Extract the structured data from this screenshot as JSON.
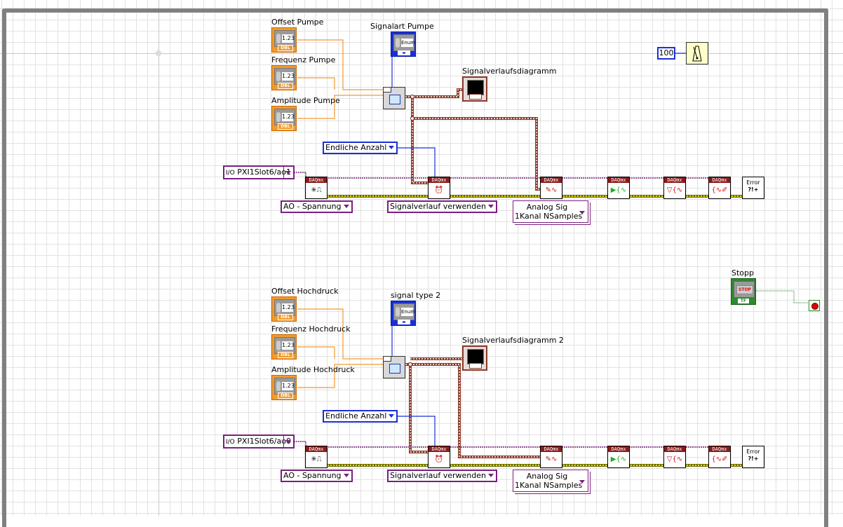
{
  "loop1": {
    "controls": {
      "offset": {
        "label": "Offset Pumpe",
        "value": "1.23",
        "type": "DBL"
      },
      "frequency": {
        "label": "Frequenz Pumpe",
        "value": "1.23",
        "type": "DBL"
      },
      "amplitude": {
        "label": "Amplitude Pumpe",
        "value": "1.23",
        "type": "DBL"
      },
      "signal_type": {
        "label": "Signalart Pumpe",
        "value": "Enum"
      }
    },
    "graph_label": "Signalverlaufsdiagramm",
    "sample_mode": "Endliche Anzahl",
    "channel": {
      "io_glyph": "I/O",
      "value": "PXI1Slot6/ao1"
    },
    "create_channel_mode": "AO - Spannung",
    "timing_mode": "Signalverlauf verwenden",
    "write_mode_line1": "Analog Sig",
    "write_mode_line2": "1Kanal NSamples"
  },
  "loop2": {
    "controls": {
      "offset": {
        "label": "Offset Hochdruck",
        "value": "1.23",
        "type": "DBL"
      },
      "frequency": {
        "label": "Frequenz Hochdruck",
        "value": "1.23",
        "type": "DBL"
      },
      "amplitude": {
        "label": "Amplitude Hochdruck",
        "value": "1.23",
        "type": "DBL"
      },
      "signal_type": {
        "label": "signal type 2",
        "value": "Enum"
      }
    },
    "graph_label": "Signalverlaufsdiagramm 2",
    "sample_mode": "Endliche Anzahl",
    "channel": {
      "io_glyph": "I/O",
      "value": "PXI1Slot6/ao0"
    },
    "create_channel_mode": "AO - Spannung",
    "timing_mode": "Signalverlauf verwenden",
    "write_mode_line1": "Analog Sig",
    "write_mode_line2": "1Kanal NSamples"
  },
  "daqmx_header": "DAQmx",
  "error_handler": {
    "line1": "Error",
    "line2": "?!+"
  },
  "wait_constant": "100",
  "stop_control": {
    "label": "Stopp",
    "button_text": "STOP",
    "type": "TF"
  },
  "colors": {
    "numeric_wire": "#f29a2e",
    "enum_wire": "#1a2fd8",
    "waveform_wire": "#8b3a2a",
    "task_wire": "#7a1f80",
    "error_wire": "#d8d000",
    "boolean_wire": "#1a7a1a",
    "daqmx_header": "#8c1c1c"
  }
}
